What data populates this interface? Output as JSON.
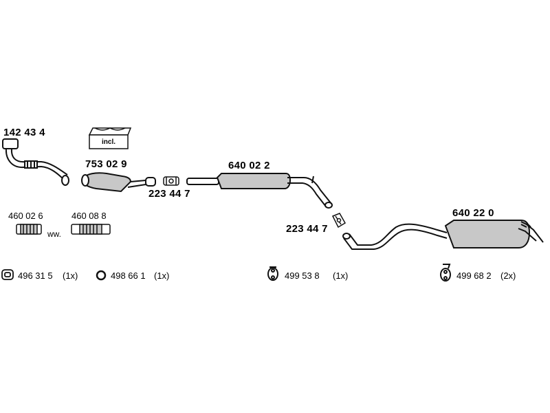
{
  "parts": {
    "front_pipe": "142 43 4",
    "catalyst": "753 02 9",
    "incl_note": "incl.",
    "clamp_1": "223 44 7",
    "middle_silencer": "640 02 2",
    "clamp_2": "223 44 7",
    "rear_silencer": "640 22 0",
    "flex_a": "460 02 6",
    "flex_b": "460 08 8",
    "flex_separator": "ww."
  },
  "legend": [
    {
      "part": "496 31 5",
      "qty": "(1x)",
      "icon": "gasket-icon"
    },
    {
      "part": "498 66 1",
      "qty": "(1x)",
      "icon": "ring-icon"
    },
    {
      "part": "499 53 8",
      "qty": "(1x)",
      "icon": "rubber-mount-icon"
    },
    {
      "part": "499 68 2",
      "qty": "(2x)",
      "icon": "rubber-hanger-icon"
    }
  ]
}
